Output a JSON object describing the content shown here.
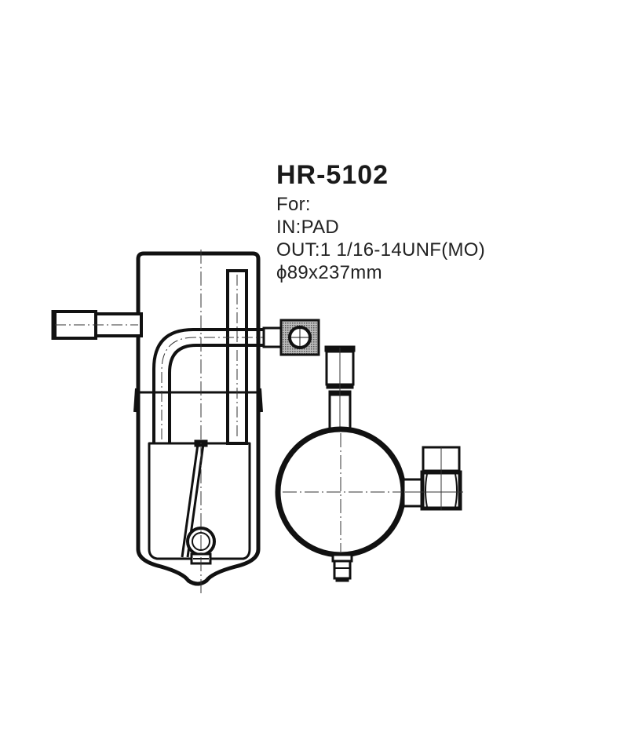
{
  "product": {
    "model": "HR-5102",
    "for_label": "For:",
    "inlet": "IN:PAD",
    "outlet": "OUT:1 1/16-14UNF(MO)",
    "dimensions": "ϕ89x237mm"
  },
  "diagram": {
    "views": [
      "front-view-receiver-drier",
      "top-view-receiver-drier"
    ],
    "colors": {
      "line": "#111111",
      "hatch": "#555555",
      "centerline": "#333333",
      "background": "#ffffff"
    }
  }
}
